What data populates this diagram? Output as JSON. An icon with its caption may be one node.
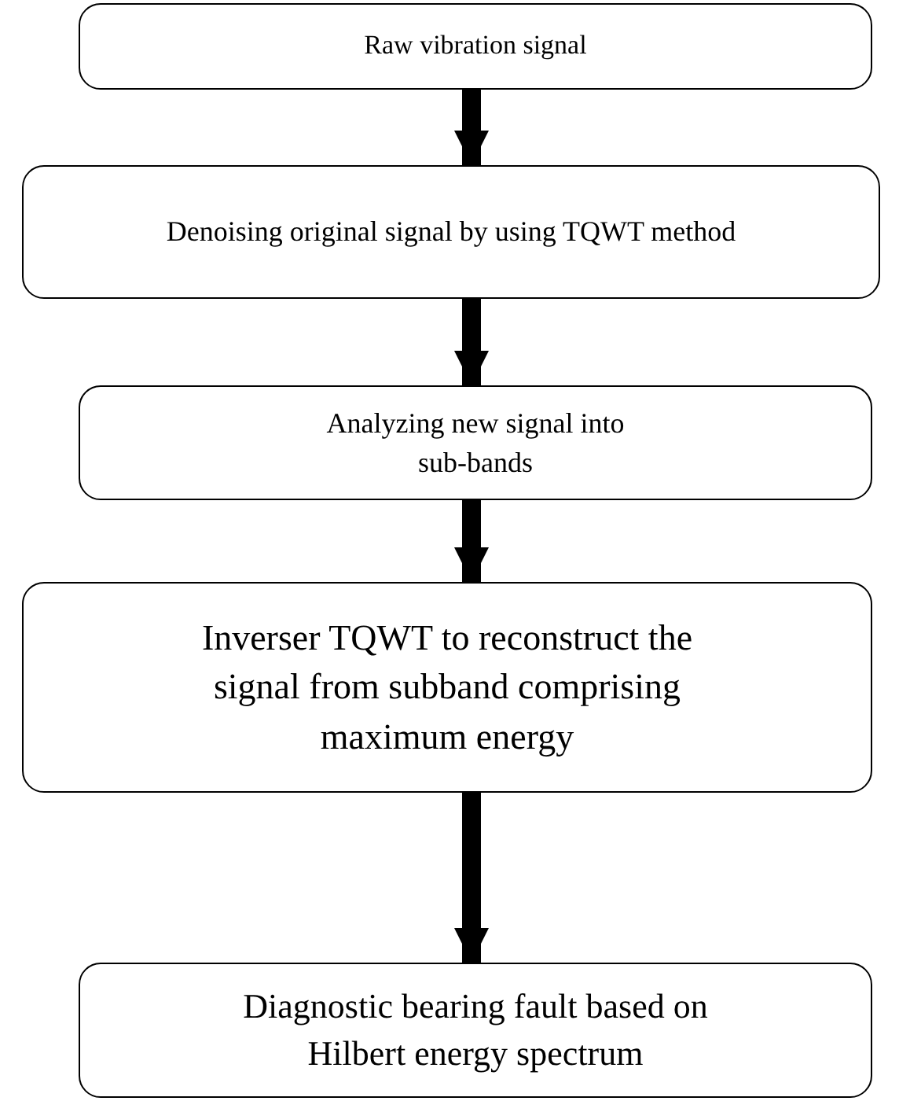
{
  "diagram": {
    "nodes": [
      {
        "text": [
          "Raw vibration signal"
        ]
      },
      {
        "text": [
          "Denoising original signal by using TQWT method"
        ]
      },
      {
        "text": [
          "Analyzing new signal into sub-bands"
        ]
      },
      {
        "text": [
          "Inverser TQWT to reconstruct the signal from subband comprising maximum energy"
        ]
      },
      {
        "text": [
          "Diagnostic bearing fault based on Hilbert energy spectrum"
        ]
      }
    ],
    "edges": [
      {
        "from": 0,
        "to": 1,
        "arrow": "to"
      },
      {
        "from": 1,
        "to": 2,
        "arrow": "to"
      },
      {
        "from": 2,
        "to": 3,
        "arrow": "to"
      },
      {
        "from": 3,
        "to": 4,
        "arrow": "to"
      }
    ]
  }
}
